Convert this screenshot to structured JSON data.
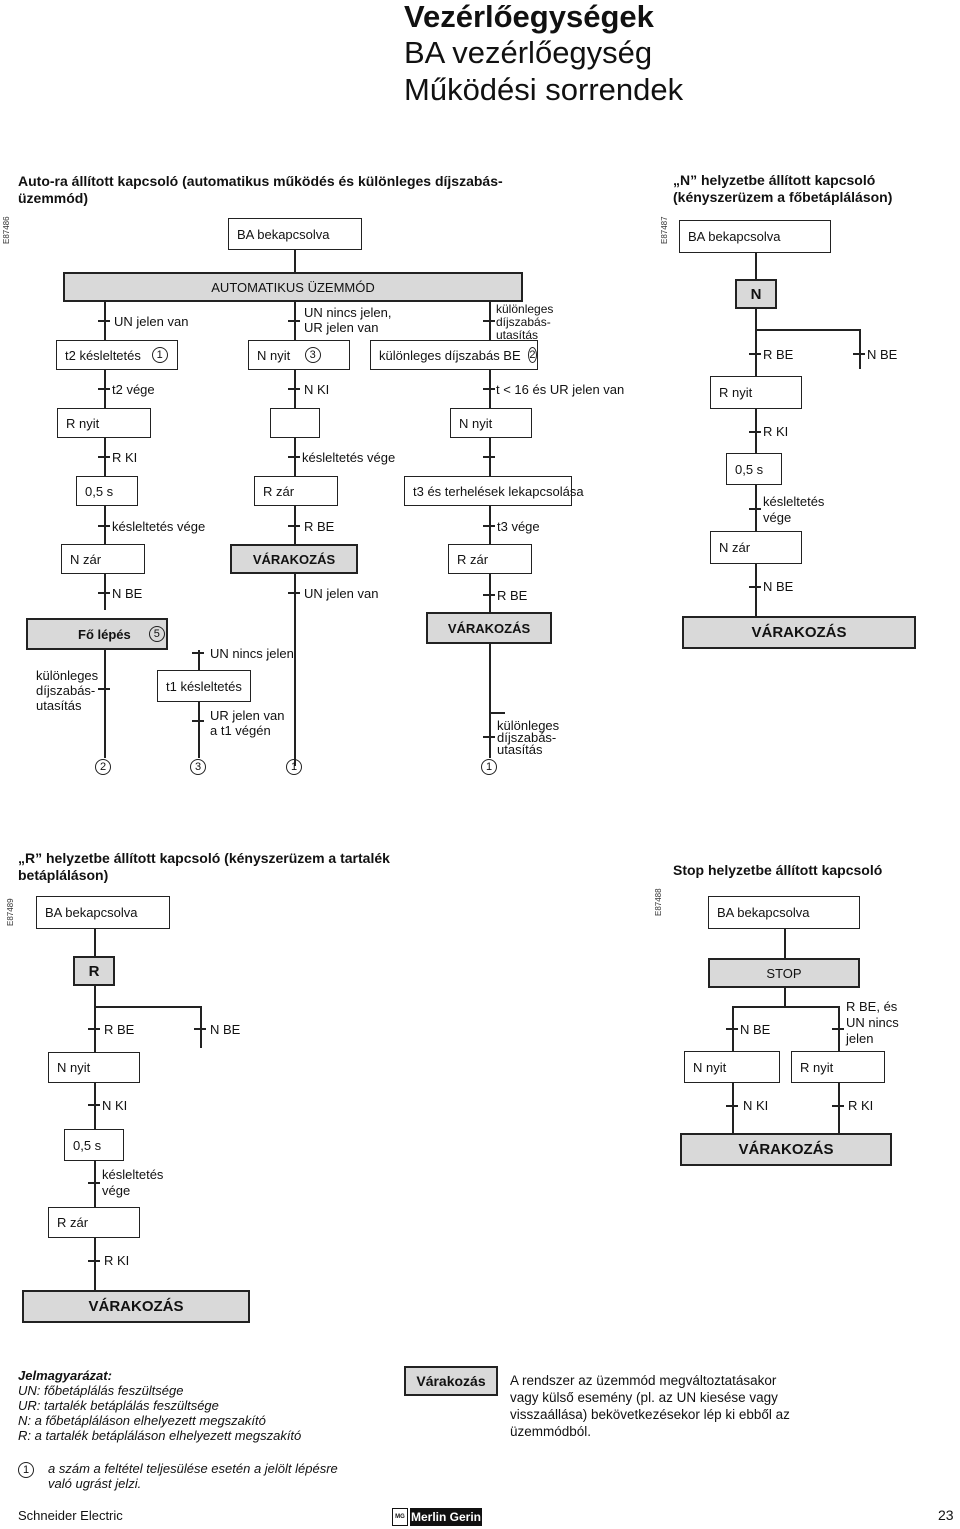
{
  "header": {
    "title1": "Vezérlőegységek",
    "title2": "BA vezérlőegység",
    "title3": "Működési sorrendek"
  },
  "codes": {
    "d1": "E87486",
    "d2": "E87487",
    "d3": "E87489",
    "d4": "E87488"
  },
  "d1": {
    "heading": "Auto-ra állított kapcsoló (automatikus működés és különleges díjszabás-\nüzemmód)",
    "ba_on": "BA bekapcsolva",
    "auto_mode": "AUTOMATIKUS ÜZEMMÓD",
    "un_present": "UN jelen van",
    "un_absent": "UN nincs jelen,\nUR jelen van",
    "special_cmd": "különleges\ndíjszabás-\nutasítás",
    "t2_delay": "t2 késleltetés",
    "n_open": "N nyit",
    "special_on": "különleges díjszabás BE",
    "n1": "1",
    "n2": "2",
    "n3": "3",
    "n5": "5",
    "t2_end": "t2 vége",
    "n_off": "N KI",
    "t16": "t < 16 és UR jelen van",
    "r_open": "R nyit",
    "n_open2": "N nyit",
    "r_off": "R KI",
    "delay_end1": "késleltetés vége",
    "half_s": "0,5 s",
    "r_close": "R zár",
    "t3_shed": "t3 és terhelések lekapcsolása",
    "delay_end2": "késleltetés vége",
    "r_on": "R BE",
    "t3_end": "t3 vége",
    "n_close": "N zár",
    "waiting": "VÁRAKOZÁS",
    "r_close2": "R zár",
    "n_on": "N BE",
    "un_present2": "UN jelen van",
    "r_on2": "R BE",
    "main_step": "Fő lépés",
    "waiting2": "VÁRAKOZÁS",
    "un_absent2": "UN nincs jelen",
    "special_cmd2": "különleges\ndíjszabás-\nutasítás",
    "t1_delay": "t1 késleltetés",
    "ur_present_t1": "UR jelen van\na t1 végén",
    "special_cmd3": "különleges\ndíjszabás-\nutasítás",
    "b2": "2",
    "b3": "3",
    "b1": "1",
    "b1b": "1"
  },
  "d2": {
    "heading": "„N” helyzetbe állított kapcsoló\n(kényszerüzem a főbetápláláson)",
    "ba_on": "BA bekapcsolva",
    "n": "N",
    "r_on": "R BE",
    "n_on": "N BE",
    "r_open": "R nyit",
    "r_off": "R KI",
    "half_s": "0,5 s",
    "delay_end": "késleltetés\nvége",
    "n_close": "N zár",
    "n_on2": "N BE",
    "waiting": "VÁRAKOZÁS"
  },
  "d3": {
    "heading": "„R” helyzetbe állított kapcsoló (kényszerüzem a tartalék\nbetápláláson)",
    "ba_on": "BA bekapcsolva",
    "r": "R",
    "r_on": "R BE",
    "n_on": "N BE",
    "n_open": "N nyit",
    "n_off": "N KI",
    "half_s": "0,5 s",
    "delay_end": "késleltetés\nvége",
    "r_close": "R zár",
    "r_off": "R KI",
    "waiting": "VÁRAKOZÁS"
  },
  "d4": {
    "heading": "Stop helyzetbe állított kapcsoló",
    "ba_on": "BA bekapcsolva",
    "stop": "STOP",
    "n_on": "N BE",
    "r_on_un": "R BE, és\nUN nincs\njelen",
    "n_open": "N nyit",
    "r_open": "R nyit",
    "n_off": "N KI",
    "r_off": "R KI",
    "waiting": "VÁRAKOZÁS"
  },
  "legend": {
    "title": "Jelmagyarázat:",
    "l1": "UN: főbetáplálás feszültsége",
    "l2": "UR: tartalék betáplálás feszültsége",
    "l3": "N: a főbetápláláson elhelyezett megszakító",
    "l4": "R: a tartalék betápláláson elhelyezett megszakító",
    "waiting_label": "Várakozás",
    "waiting_desc": "A rendszer az üzemmód megváltoztatásakor\nvagy külső esemény (pl. az UN kiesése vagy\nvisszaállása) bekövetkezésekor lép ki ebből az\nüzemmódból.",
    "num": "1",
    "num_desc": "a szám a feltétel teljesülése esetén a jelölt lépésre\nvaló ugrást jelzi."
  },
  "footer": {
    "company": "Schneider Electric",
    "brand": "Merlin Gerin",
    "page": "23"
  }
}
